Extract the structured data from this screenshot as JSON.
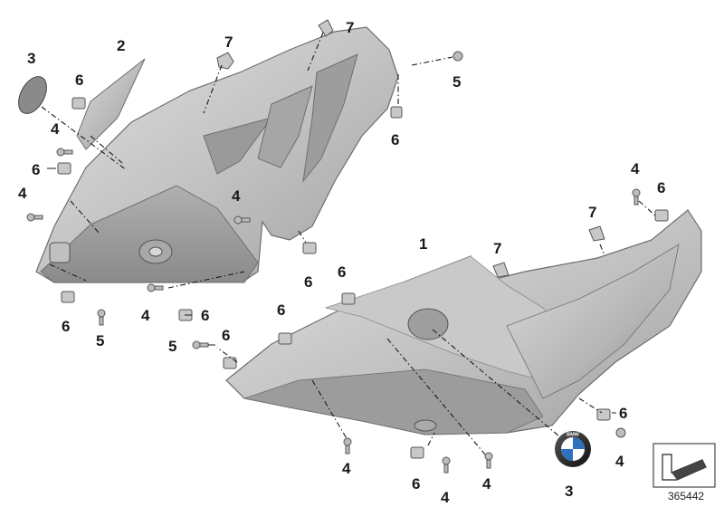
{
  "diagram": {
    "id": "365442",
    "callouts": [
      {
        "label": "3"
      },
      {
        "label": "2"
      },
      {
        "label": "7"
      },
      {
        "label": "7"
      },
      {
        "label": "6"
      },
      {
        "label": "5"
      },
      {
        "label": "4"
      },
      {
        "label": "6"
      },
      {
        "label": "6"
      },
      {
        "label": "4"
      },
      {
        "label": "4"
      },
      {
        "label": "6"
      },
      {
        "label": "4"
      },
      {
        "label": "6"
      },
      {
        "label": "5"
      },
      {
        "label": "4"
      },
      {
        "label": "6"
      },
      {
        "label": "4"
      },
      {
        "label": "6"
      },
      {
        "label": "7"
      },
      {
        "label": "1"
      },
      {
        "label": "7"
      },
      {
        "label": "6"
      },
      {
        "label": "6"
      },
      {
        "label": "5"
      },
      {
        "label": "6"
      },
      {
        "label": "6"
      },
      {
        "label": "4"
      },
      {
        "label": "4"
      },
      {
        "label": "6"
      },
      {
        "label": "4"
      },
      {
        "label": "4"
      },
      {
        "label": "3"
      }
    ],
    "emblem_text": "BMW",
    "colors": {
      "panel_light": "#d4d4d4",
      "panel_mid": "#b4b4b4",
      "panel_dark": "#8e8e8e",
      "emblem_blue": "#2f6fc0",
      "emblem_ring": "#111111"
    }
  }
}
